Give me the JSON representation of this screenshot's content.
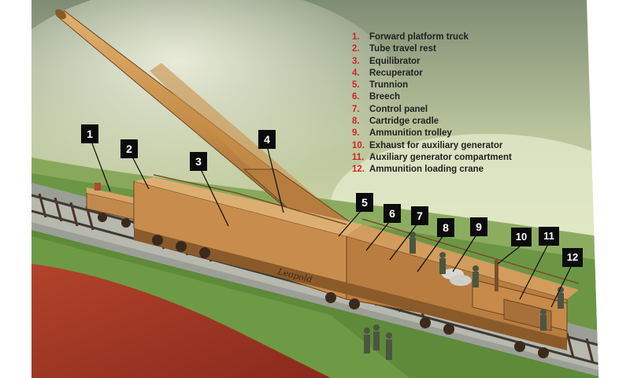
{
  "legend": [
    {
      "num": "1.",
      "label": "Forward platform truck"
    },
    {
      "num": "2.",
      "label": "Tube travel rest"
    },
    {
      "num": "3.",
      "label": "Equilibrator"
    },
    {
      "num": "4.",
      "label": "Recuperator"
    },
    {
      "num": "5.",
      "label": "Trunnion"
    },
    {
      "num": "6.",
      "label": "Breech"
    },
    {
      "num": "7.",
      "label": "Control panel"
    },
    {
      "num": "8.",
      "label": "Cartridge cradle"
    },
    {
      "num": "9.",
      "label": "Ammunition trolley"
    },
    {
      "num": "10.",
      "label": "Exhaust for auxiliary generator"
    },
    {
      "num": "11.",
      "label": "Auxiliary generator compartment"
    },
    {
      "num": "12.",
      "label": "Ammunition loading crane"
    }
  ],
  "callouts": [
    "1",
    "2",
    "3",
    "4",
    "5",
    "6",
    "7",
    "8",
    "9",
    "10",
    "11",
    "12"
  ],
  "vehicle_name": "Leopold",
  "colors": {
    "legend_number": "#d2232a",
    "legend_text": "#231f20",
    "callout_bg": "#0b0b0b",
    "callout_text": "#ffffff"
  }
}
